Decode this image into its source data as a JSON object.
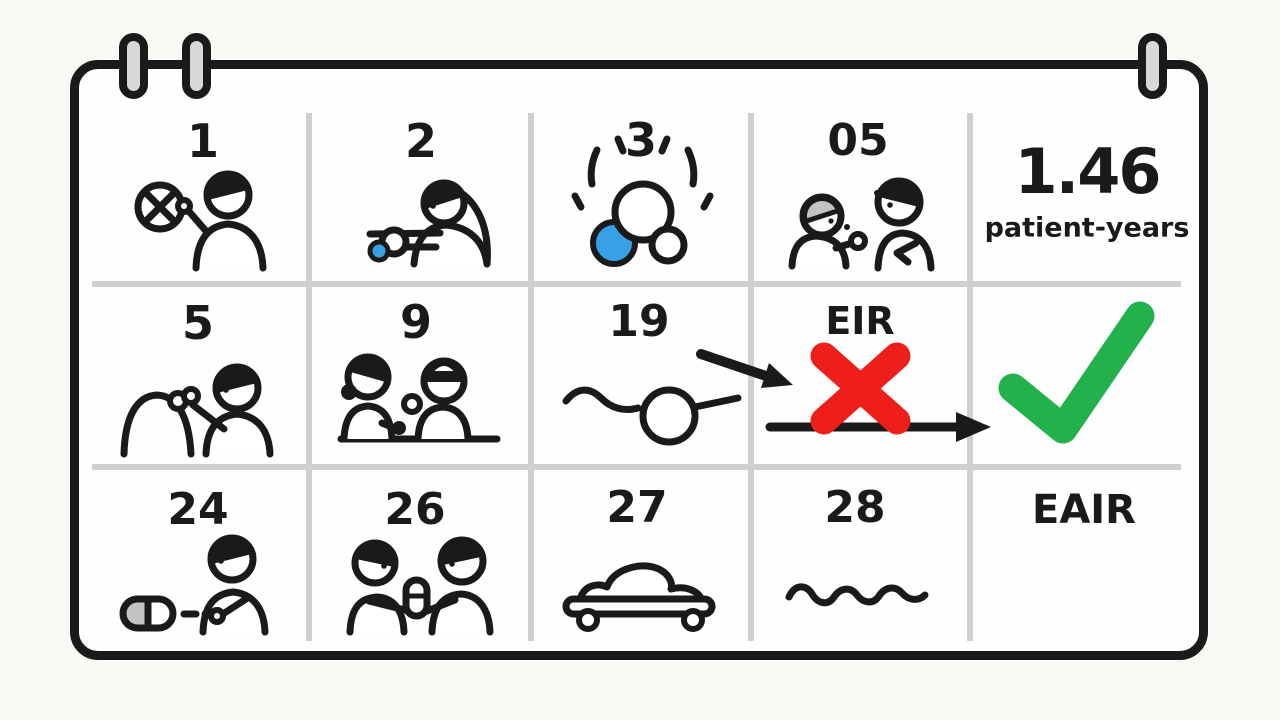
{
  "illustration": {
    "kind": "hand-drawn calendar infographic comparing EIR and EAIR",
    "metric": {
      "value": "1.46",
      "unit": "patient-years"
    },
    "days": {
      "d1": {
        "label": "1",
        "icon": "person-holding-crossed-circle-icon"
      },
      "d2": {
        "label": "2",
        "icon": "person-with-blue-pill-icon"
      },
      "d3": {
        "label": "3",
        "icon": "sneeze-burst-circles-icon"
      },
      "d05": {
        "label": "05",
        "icon": "gray-haired-person-coughing-with-companion-icon"
      },
      "d5": {
        "label": "5",
        "icon": "person-touching-dome-icon"
      },
      "d9": {
        "label": "9",
        "icon": "two-people-at-table-with-ball-icon"
      },
      "d19": {
        "label": "19",
        "icon": "wavy-line-with-circle-icon"
      },
      "d24": {
        "label": "24",
        "icon": "half-gray-capsule-with-person-icon"
      },
      "d26": {
        "label": "26",
        "icon": "two-people-holding-capsule-icon"
      },
      "d27": {
        "label": "27",
        "icon": "car-outline-icon"
      },
      "d28": {
        "label": "28",
        "icon": "wavy-line-icon"
      }
    },
    "rates": {
      "eir": {
        "label": "EIR",
        "mark": "red-x-mark"
      },
      "eair": {
        "label": "EAIR",
        "mark": "green-check-mark"
      }
    },
    "arrows": [
      "diagonal-arrow-from-day19-to-eir",
      "horizontal-arrow-from-eir-to-check"
    ],
    "colors": {
      "red": "#ee1e1b",
      "green": "#23b14c",
      "blue": "#38a1e5",
      "gray": "#c3c3c3",
      "grid": "#cfcfcf",
      "ink": "#1a1a1a",
      "ring_fill": "#d8d8d8"
    }
  }
}
